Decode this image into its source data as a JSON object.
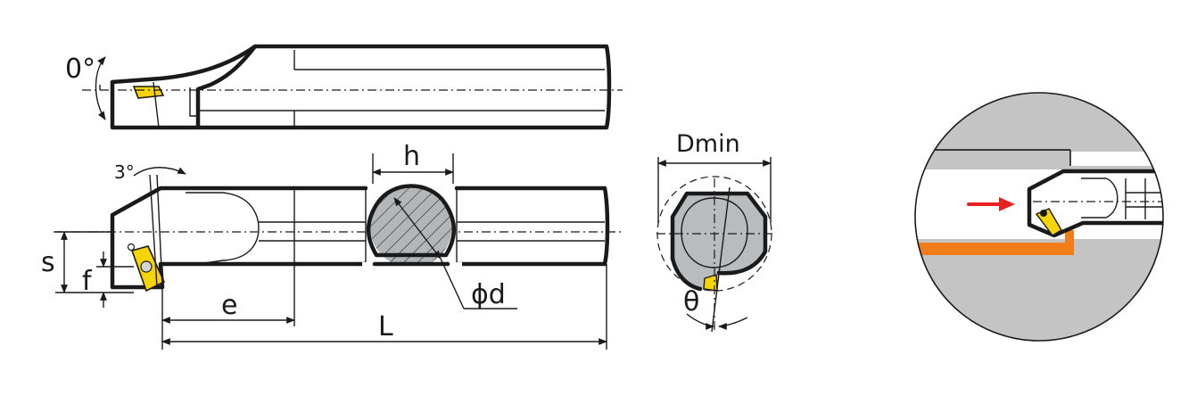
{
  "labels": {
    "top_angle": "0°",
    "side_angle": "3°",
    "h": "h",
    "s": "s",
    "f": "f",
    "e": "e",
    "L": "L",
    "d": "ϕd",
    "dmin": "Dmin",
    "theta": "θ"
  },
  "colors": {
    "insert": "#f5d400",
    "bore_section": "#b9bcbf",
    "workpiece": "#c4c4c4",
    "chip_path": "#f07d1a",
    "feed_arrow": "#e52220",
    "outline": "#1a1a1a"
  },
  "icons": {
    "feed_direction": "red-arrow-right-icon"
  }
}
